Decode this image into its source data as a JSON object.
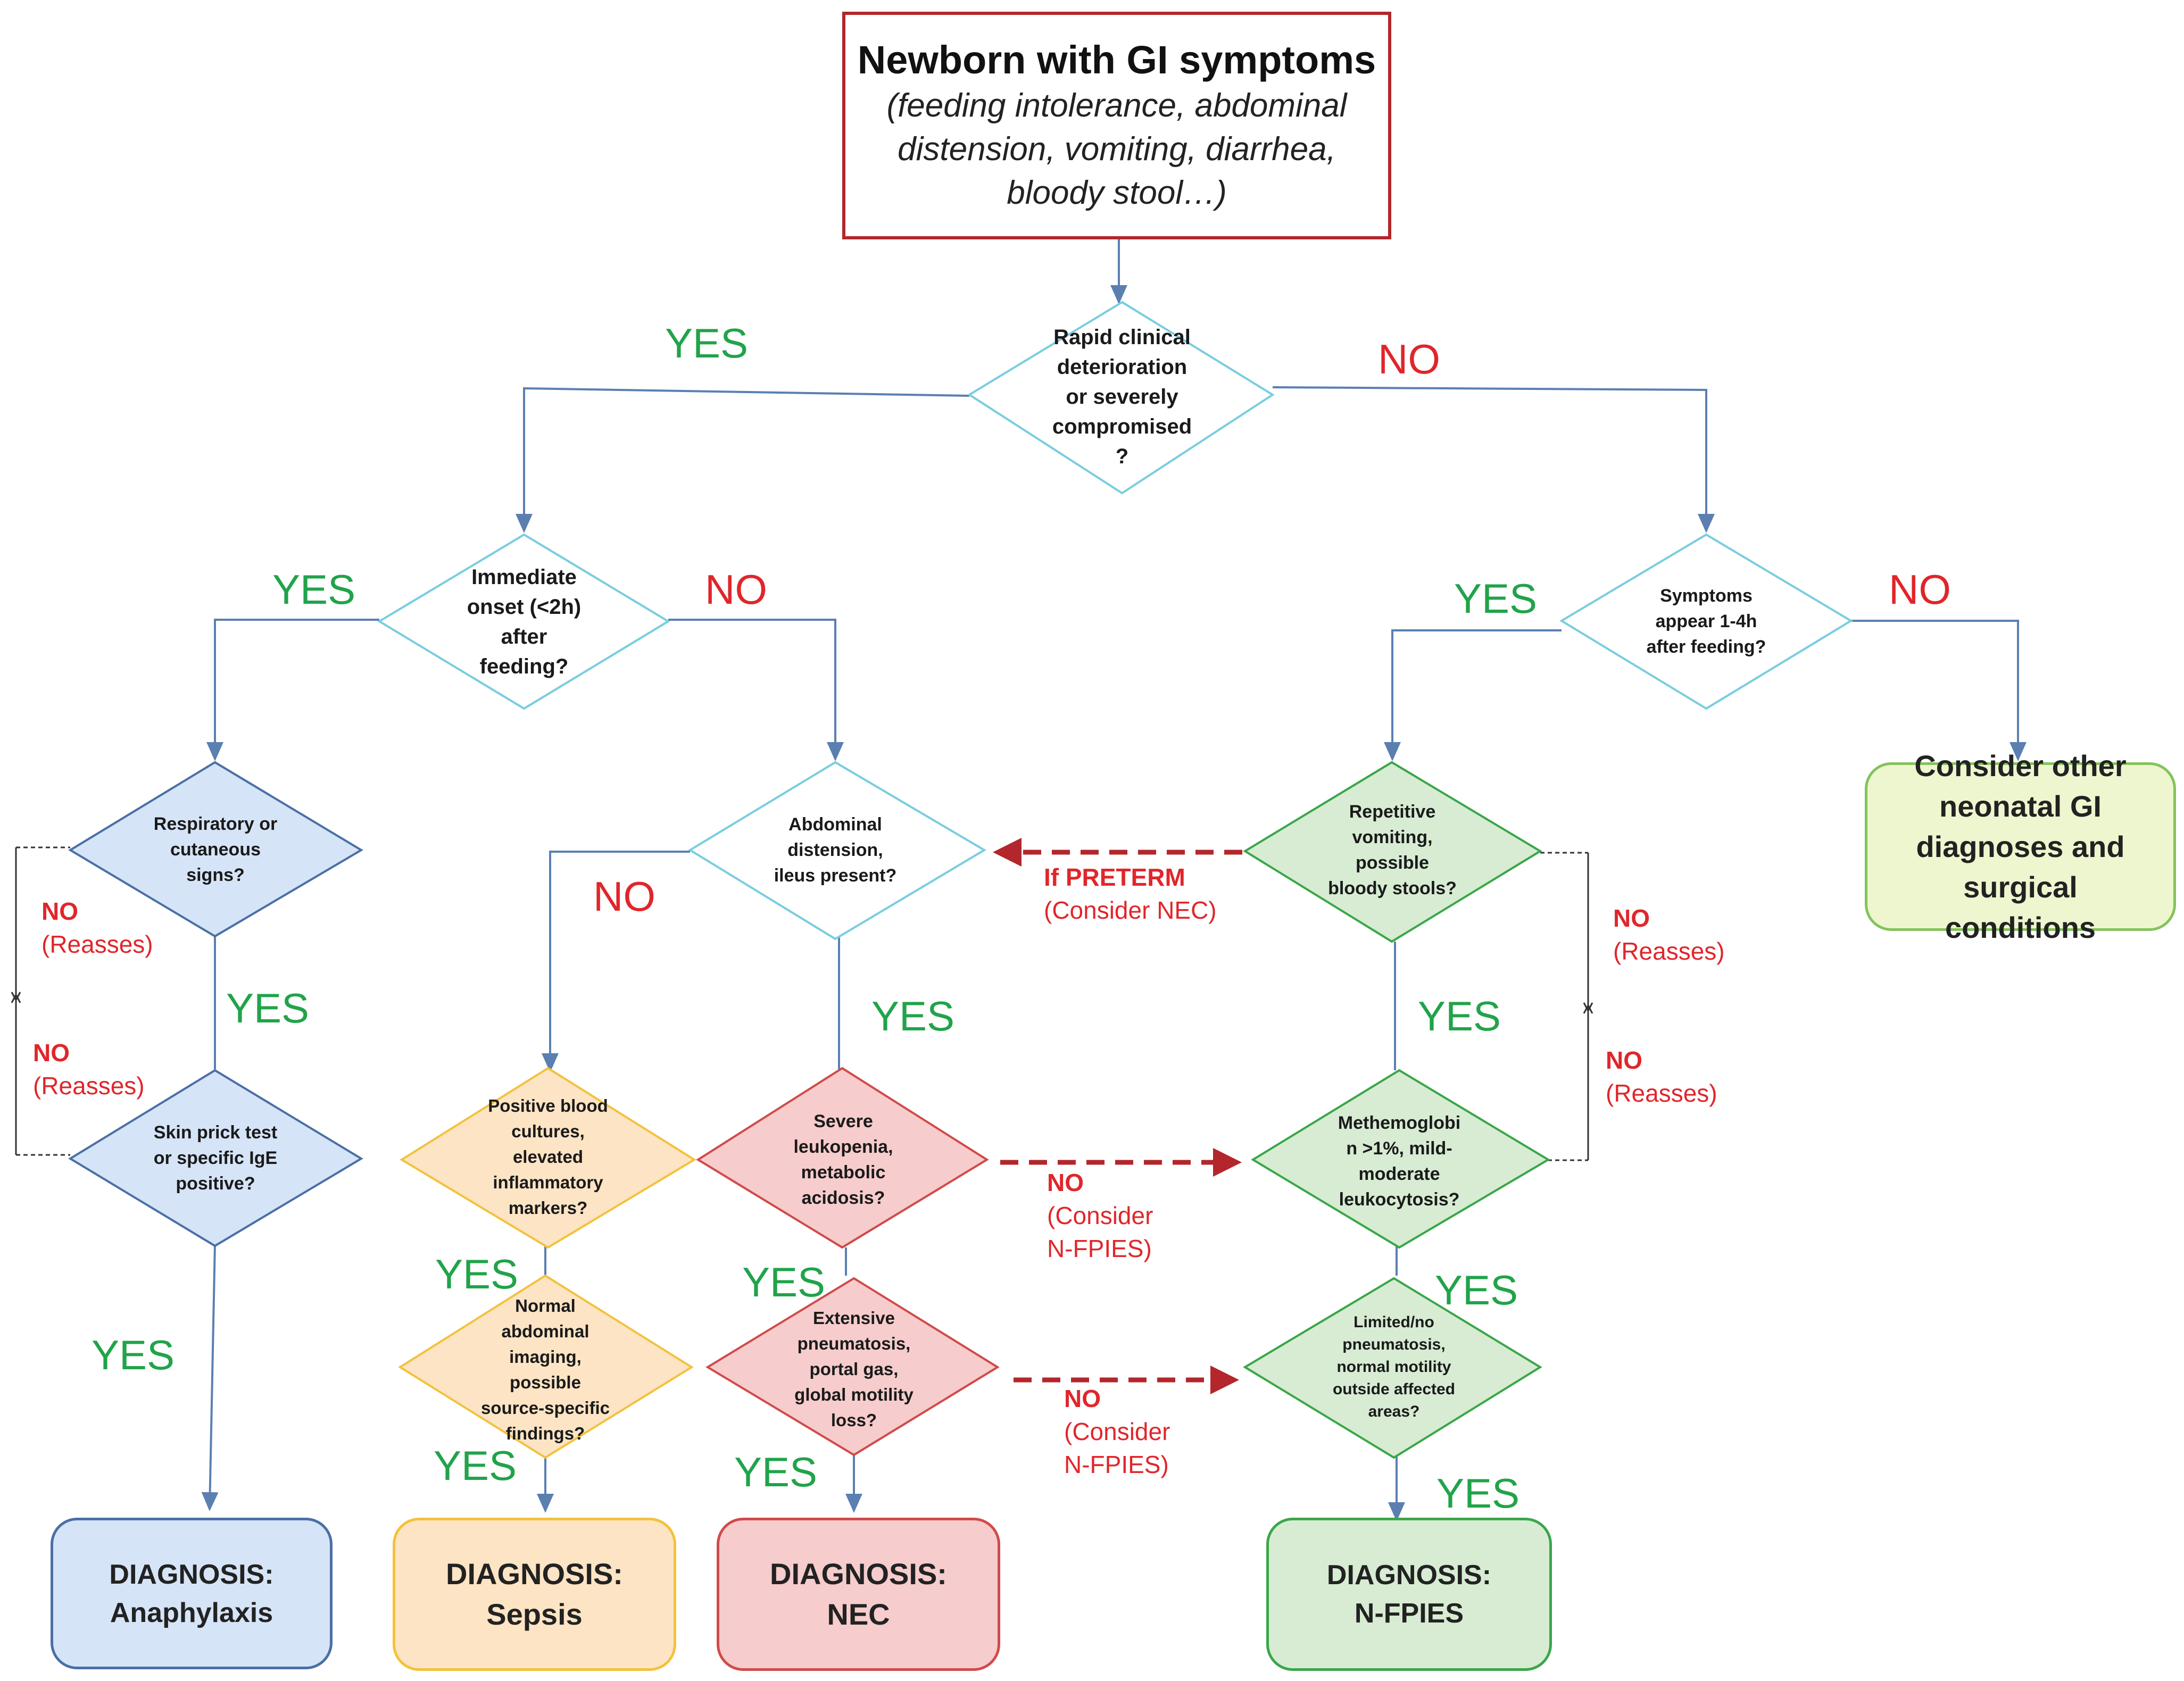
{
  "start": {
    "title": "Newborn with GI symptoms",
    "subtitle": "(feeding intolerance, abdominal distension, vomiting, diarrhea, bloody stool…)"
  },
  "decisions": {
    "rapid": "Rapid clinical\ndeterioration\nor severely\ncompromised\n?",
    "immediate": "Immediate\nonset (<2h)\nafter\nfeeding?",
    "symptoms_1_4h": "Symptoms\nappear 1-4h\nafter feeding?",
    "respiratory": "Respiratory or\ncutaneous\nsigns?",
    "skin_prick": "Skin prick test\nor specific IgE\npositive?",
    "abdominal": "Abdominal\ndistension,\nileus present?",
    "blood_cultures": "Positive blood\ncultures,\nelevated\ninflammatory\nmarkers?",
    "leukopenia": "Severe\nleukopenia,\nmetabolic\nacidosis?",
    "normal_imaging": "Normal\nabdominal\nimaging,\npossible\nsource-specific\nfindings?",
    "pneumatosis": "Extensive\npneumatosis,\nportal gas,\nglobal motility\nloss?",
    "repetitive": "Repetitive\nvomiting,\npossible\nbloody stools?",
    "methemoglobin": "Methemoglobi\nn >1%, mild-\nmoderate\nleukocytosis?",
    "limited": "Limited/no\npneumatosis,\nnormal motility\noutside affected\nareas?"
  },
  "outcomes": {
    "other": "Consider other neonatal GI diagnoses and surgical conditions",
    "anaphylaxis_label": "DIAGNOSIS:",
    "anaphylaxis_value": "Anaphylaxis",
    "sepsis_label": "DIAGNOSIS:",
    "sepsis_value": "Sepsis",
    "nec_label": "DIAGNOSIS:",
    "nec_value": "NEC",
    "nfpies_label": "DIAGNOSIS:",
    "nfpies_value": "N-FPIES"
  },
  "labels": {
    "yes": "YES",
    "no": "NO",
    "reasses": "(Reasses)",
    "if_preterm": "If PRETERM",
    "consider_nec": "(Consider NEC)",
    "consider": "(Consider",
    "nfpies_close": "N-FPIES)"
  },
  "colors": {
    "line": "#5b7fb0",
    "start_border": "#b3262b",
    "red_arrow": "#b3262b",
    "yes_green": "#21a34a",
    "no_red": "#e0262b",
    "blue_fill": "#d6e4f7",
    "blue_stroke": "#4a6fa5",
    "orange_fill": "#fde4c4",
    "orange_stroke": "#f2c23d",
    "pink_fill": "#f6cccc",
    "pink_stroke": "#d14a4a",
    "green_fill": "#d7ecd3",
    "green_stroke": "#3aa649",
    "yellow_fill": "#eef6cf",
    "yellow_stroke": "#83c35a",
    "white_stroke": "#79cde0"
  }
}
